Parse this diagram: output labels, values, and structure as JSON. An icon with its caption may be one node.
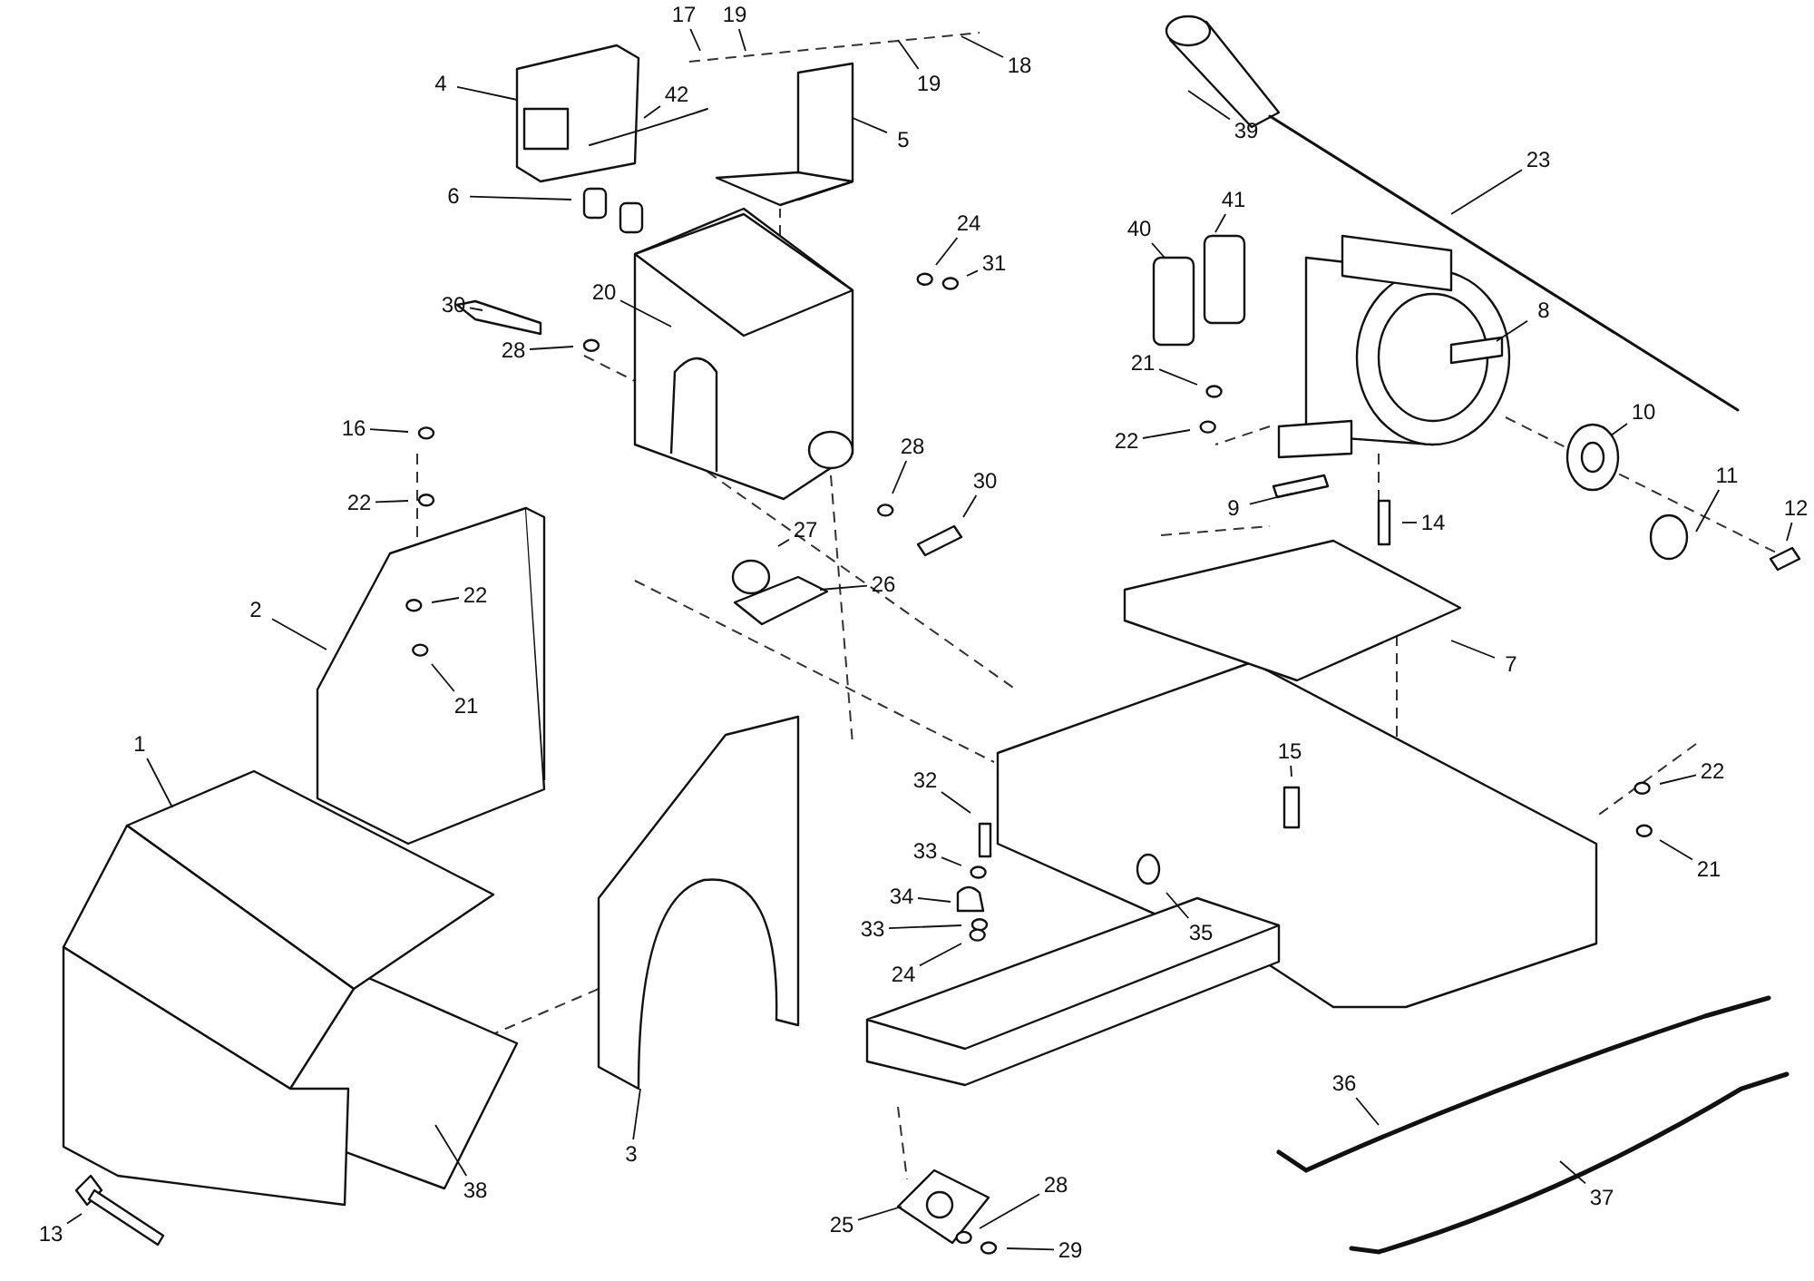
{
  "diagram": {
    "nodes": [
      {
        "text": [
          "17"
        ]
      },
      {
        "text": [
          "19"
        ]
      },
      {
        "text": [
          "18"
        ]
      },
      {
        "text": [
          "19"
        ]
      },
      {
        "text": [
          "4"
        ]
      },
      {
        "text": [
          "42"
        ]
      },
      {
        "text": [
          "5"
        ]
      },
      {
        "text": [
          "39"
        ]
      },
      {
        "text": [
          "23"
        ]
      },
      {
        "text": [
          "6"
        ]
      },
      {
        "text": [
          "40"
        ]
      },
      {
        "text": [
          "41"
        ]
      },
      {
        "text": [
          "24"
        ]
      },
      {
        "text": [
          "31"
        ]
      },
      {
        "text": [
          "30"
        ]
      },
      {
        "text": [
          "20"
        ]
      },
      {
        "text": [
          "8"
        ]
      },
      {
        "text": [
          "21"
        ]
      },
      {
        "text": [
          "28"
        ]
      },
      {
        "text": [
          "22"
        ]
      },
      {
        "text": [
          "10"
        ]
      },
      {
        "text": [
          "16"
        ]
      },
      {
        "text": [
          "11"
        ]
      },
      {
        "text": [
          "22"
        ]
      },
      {
        "text": [
          "28"
        ]
      },
      {
        "text": [
          "30"
        ]
      },
      {
        "text": [
          "9"
        ]
      },
      {
        "text": [
          "14"
        ]
      },
      {
        "text": [
          "12"
        ]
      },
      {
        "text": [
          "27"
        ]
      },
      {
        "text": [
          "26"
        ]
      },
      {
        "text": [
          "22"
        ]
      },
      {
        "text": [
          "2"
        ]
      },
      {
        "text": [
          "7"
        ]
      },
      {
        "text": [
          "21"
        ]
      },
      {
        "text": [
          "1"
        ]
      },
      {
        "text": [
          "15"
        ]
      },
      {
        "text": [
          "32"
        ]
      },
      {
        "text": [
          "22"
        ]
      },
      {
        "text": [
          "33"
        ]
      },
      {
        "text": [
          "34"
        ]
      },
      {
        "text": [
          "35"
        ]
      },
      {
        "text": [
          "33"
        ]
      },
      {
        "text": [
          "21"
        ]
      },
      {
        "text": [
          "24"
        ]
      },
      {
        "text": [
          "36"
        ]
      },
      {
        "text": [
          "38"
        ]
      },
      {
        "text": [
          "3"
        ]
      },
      {
        "text": [
          "37"
        ]
      },
      {
        "text": [
          "28"
        ]
      },
      {
        "text": [
          "25"
        ]
      },
      {
        "text": [
          "13"
        ]
      },
      {
        "text": [
          "29"
        ]
      }
    ],
    "edges": [
      {
        "from": 0,
        "to": null,
        "arrow": "none"
      },
      {
        "from": 1,
        "to": null,
        "arrow": "none"
      },
      {
        "from": 2,
        "to": null,
        "arrow": "none"
      },
      {
        "from": 3,
        "to": null,
        "arrow": "none"
      },
      {
        "from": 4,
        "to": null,
        "arrow": "none"
      },
      {
        "from": 5,
        "to": null,
        "arrow": "none"
      },
      {
        "from": 6,
        "to": null,
        "arrow": "none"
      },
      {
        "from": 7,
        "to": null,
        "arrow": "none"
      },
      {
        "from": 8,
        "to": null,
        "arrow": "none"
      },
      {
        "from": 9,
        "to": null,
        "arrow": "none"
      },
      {
        "from": 10,
        "to": null,
        "arrow": "none"
      },
      {
        "from": 11,
        "to": null,
        "arrow": "none"
      },
      {
        "from": 12,
        "to": null,
        "arrow": "none"
      },
      {
        "from": 13,
        "to": null,
        "arrow": "none"
      },
      {
        "from": 14,
        "to": null,
        "arrow": "none"
      },
      {
        "from": 15,
        "to": null,
        "arrow": "none"
      },
      {
        "from": 16,
        "to": null,
        "arrow": "none"
      },
      {
        "from": 17,
        "to": null,
        "arrow": "none"
      },
      {
        "from": 18,
        "to": null,
        "arrow": "none"
      },
      {
        "from": 19,
        "to": null,
        "arrow": "none"
      },
      {
        "from": 20,
        "to": null,
        "arrow": "none"
      },
      {
        "from": 21,
        "to": null,
        "arrow": "none"
      },
      {
        "from": 22,
        "to": null,
        "arrow": "none"
      },
      {
        "from": 23,
        "to": null,
        "arrow": "none"
      },
      {
        "from": 24,
        "to": null,
        "arrow": "none"
      },
      {
        "from": 25,
        "to": null,
        "arrow": "none"
      },
      {
        "from": 26,
        "to": null,
        "arrow": "none"
      },
      {
        "from": 27,
        "to": null,
        "arrow": "none"
      },
      {
        "from": 28,
        "to": null,
        "arrow": "none"
      },
      {
        "from": 29,
        "to": null,
        "arrow": "none"
      },
      {
        "from": 30,
        "to": null,
        "arrow": "none"
      },
      {
        "from": 31,
        "to": null,
        "arrow": "none"
      },
      {
        "from": 32,
        "to": null,
        "arrow": "none"
      },
      {
        "from": 33,
        "to": null,
        "arrow": "none"
      },
      {
        "from": 34,
        "to": null,
        "arrow": "none"
      },
      {
        "from": 35,
        "to": null,
        "arrow": "none"
      },
      {
        "from": 36,
        "to": null,
        "arrow": "none"
      },
      {
        "from": 37,
        "to": null,
        "arrow": "none"
      },
      {
        "from": 38,
        "to": null,
        "arrow": "none"
      },
      {
        "from": 39,
        "to": null,
        "arrow": "none"
      },
      {
        "from": 40,
        "to": null,
        "arrow": "none"
      },
      {
        "from": 41,
        "to": null,
        "arrow": "none"
      },
      {
        "from": 42,
        "to": null,
        "arrow": "none"
      },
      {
        "from": 43,
        "to": null,
        "arrow": "none"
      },
      {
        "from": 44,
        "to": null,
        "arrow": "none"
      },
      {
        "from": 45,
        "to": null,
        "arrow": "none"
      },
      {
        "from": 46,
        "to": null,
        "arrow": "none"
      },
      {
        "from": 47,
        "to": null,
        "arrow": "none"
      },
      {
        "from": 48,
        "to": null,
        "arrow": "none"
      },
      {
        "from": 49,
        "to": null,
        "arrow": "none"
      },
      {
        "from": 50,
        "to": null,
        "arrow": "none"
      },
      {
        "from": 51,
        "to": null,
        "arrow": "none"
      },
      {
        "from": 52,
        "to": null,
        "arrow": "none"
      }
    ]
  }
}
